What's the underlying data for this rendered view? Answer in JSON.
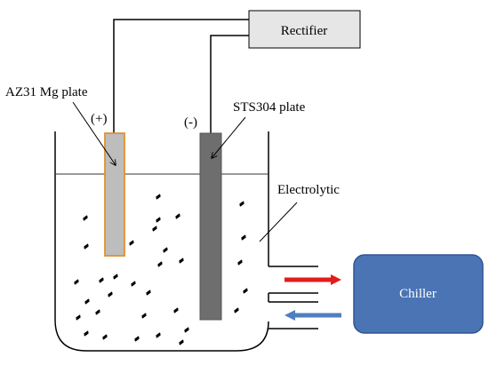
{
  "labels": {
    "rectifier": "Rectifier",
    "anode_plate": "AZ31 Mg plate",
    "cathode_plate": "STS304 plate",
    "positive": "(+)",
    "negative": "(-)",
    "electrolyte": "Electrolytic",
    "chiller": "Chiller"
  },
  "colors": {
    "anode_fill": "#bdbdbd",
    "anode_border": "#e0922e",
    "cathode_fill": "#6e6e6e",
    "rectifier_fill": "#e6e6e6",
    "chiller_fill": "#4a74b4",
    "chiller_border": "#2f5597",
    "outflow_arrow": "#e31b1b",
    "inflow_arrow": "#4f7fc0"
  }
}
